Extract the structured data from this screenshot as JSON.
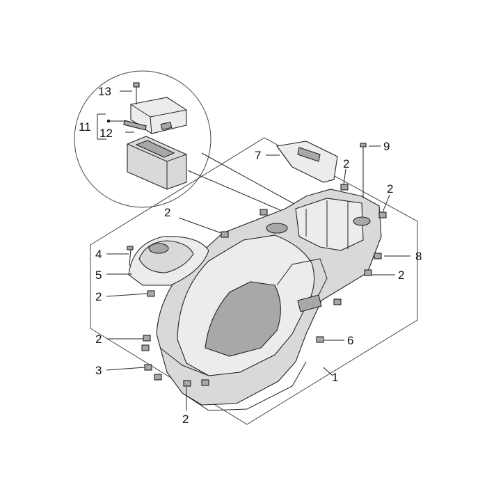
{
  "callouts": {
    "c13": "13",
    "c11": "11",
    "c12": "12",
    "c7": "7",
    "c9": "9",
    "c2a": "2",
    "c2b": "2",
    "c2c": "2",
    "c4": "4",
    "c8": "8",
    "c5": "5",
    "c2d": "2",
    "c2e": "2",
    "c6": "6",
    "c2f": "2",
    "c3": "3",
    "c1": "1",
    "c2g": "2"
  }
}
